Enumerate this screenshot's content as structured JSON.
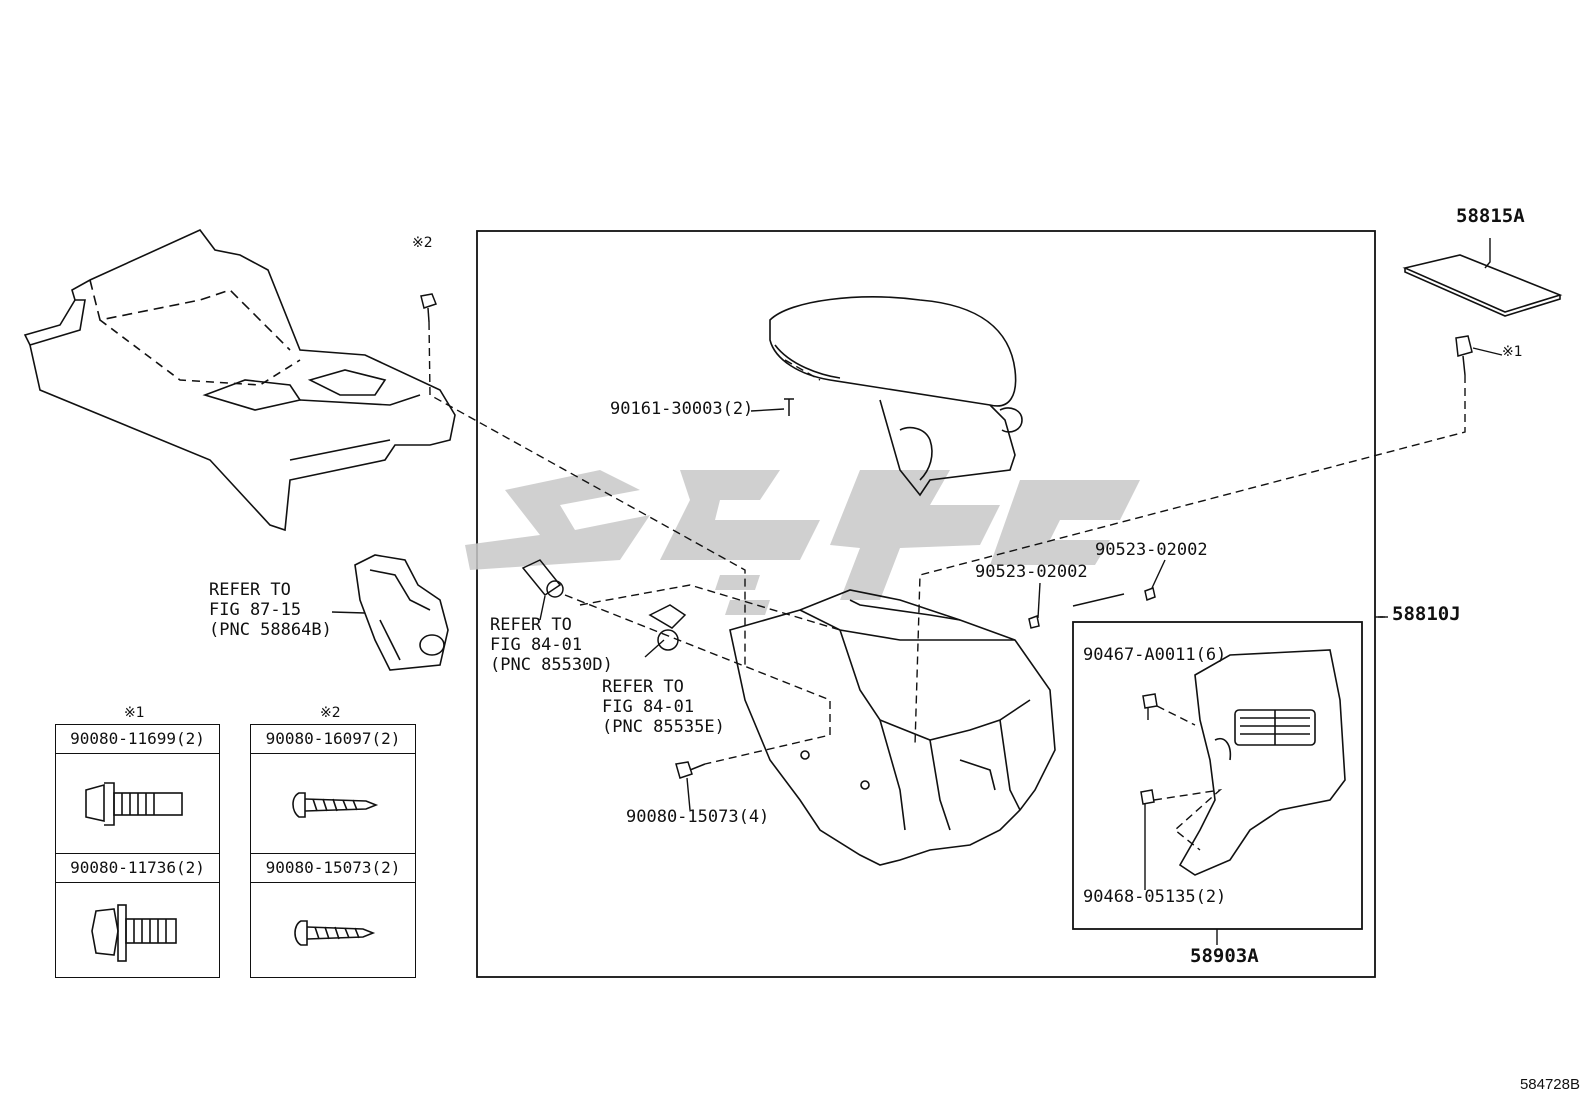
{
  "colors": {
    "ink": "#111111",
    "watermark": "#c8c8c8"
  },
  "parts": {
    "p58815A": "58815A",
    "p58810J": "58810J",
    "p58903A": "58903A",
    "p90161": "90161-30003(2)",
    "p90523_a": "90523-02002",
    "p90523_b": "90523-02002",
    "p90467": "90467-A0011(6)",
    "p90468": "90468-05135(2)",
    "p90080_15073": "90080-15073(4)"
  },
  "refs": {
    "r1": [
      "REFER TO",
      "FIG 87-15",
      "(PNC 58864B)"
    ],
    "r2": [
      "REFER TO",
      "FIG 84-01",
      "(PNC 85530D)"
    ],
    "r3": [
      "REFER TO",
      "FIG 84-01",
      "(PNC 85535E)"
    ]
  },
  "marks": {
    "m1": "※1",
    "m2": "※2"
  },
  "legend": {
    "group1": {
      "mark": "※1",
      "top": "90080-11699(2)",
      "bottom": "90080-11736(2)"
    },
    "group2": {
      "mark": "※2",
      "top": "90080-16097(2)",
      "bottom": "90080-15073(2)"
    }
  },
  "figure_code": "584728B",
  "icons": [
    "bolt-icon",
    "screw-icon",
    "clip-icon",
    "watermark-logo"
  ]
}
